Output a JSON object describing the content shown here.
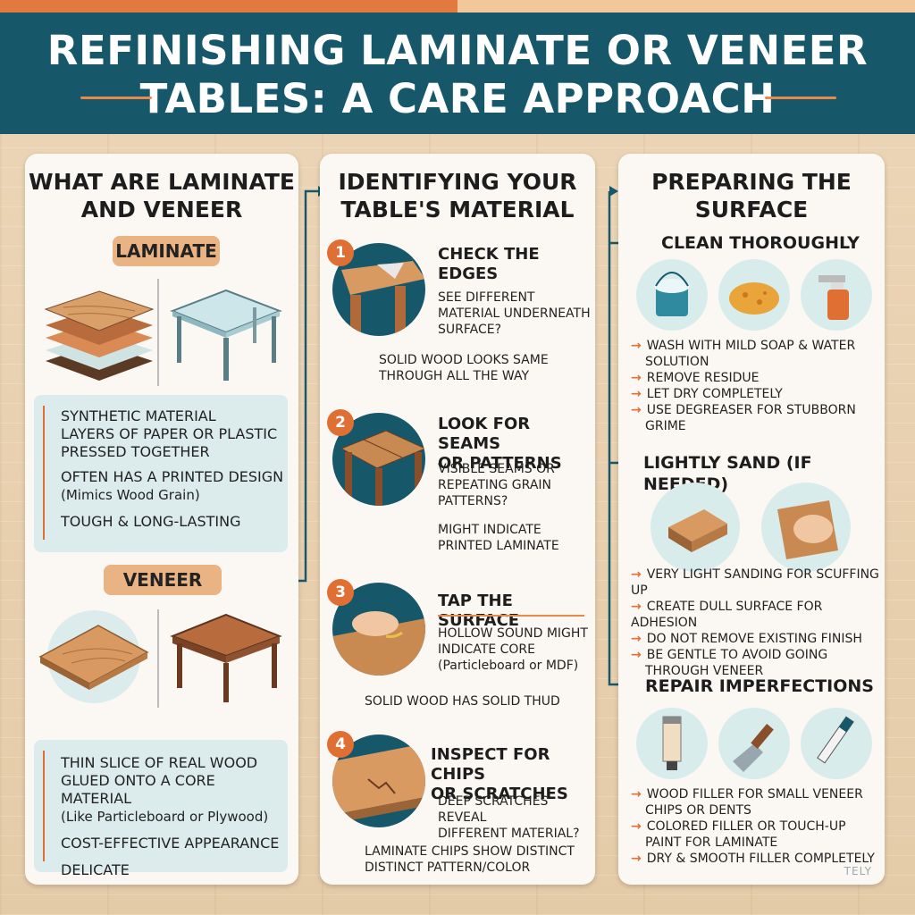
{
  "title_line1": "REFINISHING LAMINATE OR VENEER",
  "title_line2": "TABLES: A CARE APPROACH",
  "col1": {
    "title_line1": "WHAT ARE LAMINATE",
    "title_line2": "AND VENEER",
    "laminate_label": "LAMINATE",
    "laminate_points": [
      "SYNTHETIC MATERIAL",
      "LAYERS OF PAPER OR PLASTIC",
      "PRESSED TOGETHER",
      "OFTEN HAS A PRINTED DESIGN",
      "(Mimics Wood Grain)",
      "TOUGH & LONG-LASTING"
    ],
    "veneer_label": "VENEER",
    "veneer_points": [
      "THIN SLICE OF REAL WOOD",
      "GLUED ONTO A CORE MATERIAL",
      "(Like Particleboard or Plywood)",
      "COST-EFFECTIVE APPEARANCE",
      "DELICATE"
    ]
  },
  "col2": {
    "title_line1": "IDENTIFYING YOUR",
    "title_line2": "TABLE'S MATERIAL",
    "steps": [
      {
        "num": "1",
        "title1": "CHECK THE",
        "title2": "EDGES",
        "text1": "SEE DIFFERENT",
        "text2": "MATERIAL UNDERNEATH",
        "text3": "SURFACE?",
        "note1": "SOLID WOOD LOOKS SAME",
        "note2": "THROUGH ALL THE WAY"
      },
      {
        "num": "2",
        "title1": "LOOK FOR SEAMS",
        "title2": "OR PATTERNS",
        "text1": "VISIBLE SEAMS OR",
        "text2": "REPEATING GRAIN",
        "text3": "PATTERNS?",
        "note1": "MIGHT INDICATE",
        "note2": "PRINTED LAMINATE"
      },
      {
        "num": "3",
        "title1": "TAP THE SURFACE",
        "title2": "",
        "text1": "HOLLOW SOUND MIGHT",
        "text2": "INDICATE CORE",
        "text3": "(Particleboard or MDF)",
        "note1": "SOLID WOOD HAS SOLID THUD",
        "note2": ""
      },
      {
        "num": "4",
        "title1": "INSPECT FOR CHIPS",
        "title2": "OR SCRATCHES",
        "text1": "DEEP SCRATCHES REVEAL",
        "text2": "DIFFERENT MATERIAL?",
        "text3": "",
        "note1": "LAMINATE CHIPS SHOW DISTINCT",
        "note2": "DISTINCT PATTERN/COLOR"
      }
    ]
  },
  "col3": {
    "title_line1": "PREPARING THE",
    "title_line2": "SURFACE",
    "clean_title": "CLEAN THOROUGHLY",
    "clean_points": [
      "WASH WITH MILD SOAP & WATER",
      "SOLUTION",
      "REMOVE RESIDUE",
      "LET DRY COMPLETELY",
      "USE DEGREASER FOR STUBBORN",
      "GRIME"
    ],
    "sand_title": "LIGHTLY SAND (IF NEEDED)",
    "sand_points": [
      "VERY LIGHT SANDING FOR SCUFFING UP",
      "CREATE DULL SURFACE FOR ADHESION",
      "DO NOT REMOVE EXISTING FINISH",
      "BE GENTLE TO AVOID GOING",
      "THROUGH VENEER"
    ],
    "repair_title": "REPAIR IMPERFECTIONS",
    "repair_points": [
      "WOOD FILLER FOR SMALL VENEER",
      "CHIPS OR DENTS",
      "COLORED FILLER OR TOUCH-UP",
      "PAINT FOR LAMINATE",
      "DRY & SMOOTH FILLER COMPLETELY"
    ]
  },
  "watermark": "TELY",
  "arrow_glyph": "→",
  "colors": {
    "teal": "#16586a",
    "orange": "#e06f34",
    "accent_line": "#e9894d",
    "pill": "#eab383",
    "info_box": "#dcecec",
    "card": "#fbf8f3"
  }
}
